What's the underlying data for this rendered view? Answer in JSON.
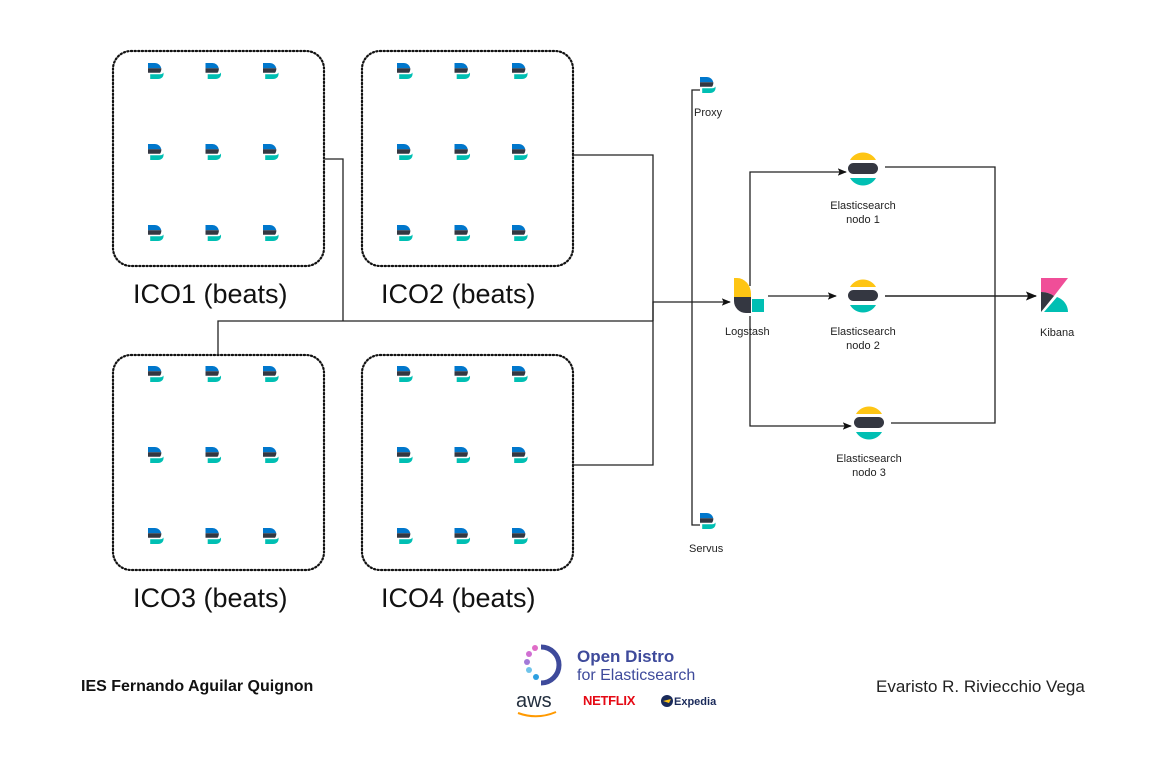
{
  "diagram": {
    "groups": [
      {
        "id": "ico1",
        "title": "ICO1 (beats)",
        "beat_count": 9
      },
      {
        "id": "ico2",
        "title": "ICO2 (beats)",
        "beat_count": 9
      },
      {
        "id": "ico3",
        "title": "ICO3 (beats)",
        "beat_count": 9
      },
      {
        "id": "ico4",
        "title": "ICO4 (beats)",
        "beat_count": 9
      }
    ],
    "nodes": {
      "proxy": {
        "label": "Proxy",
        "icon": "beats-icon"
      },
      "servus": {
        "label": "Servus",
        "icon": "beats-icon"
      },
      "logstash": {
        "label": "Logstash",
        "icon": "logstash-icon"
      },
      "es1": {
        "label_line1": "Elasticsearch",
        "label_line2": "nodo 1",
        "icon": "elasticsearch-icon"
      },
      "es2": {
        "label_line1": "Elasticsearch",
        "label_line2": "nodo 2",
        "icon": "elasticsearch-icon"
      },
      "es3": {
        "label_line1": "Elasticsearch",
        "label_line2": "nodo 3",
        "icon": "elasticsearch-icon"
      },
      "kibana": {
        "label": "Kibana",
        "icon": "kibana-icon"
      }
    },
    "edges": [
      {
        "from": "ico1",
        "to": "logstash"
      },
      {
        "from": "ico2",
        "to": "logstash"
      },
      {
        "from": "ico3",
        "to": "logstash"
      },
      {
        "from": "ico4",
        "to": "logstash"
      },
      {
        "from": "proxy",
        "to": "servus"
      },
      {
        "from": "logstash",
        "to": "es1"
      },
      {
        "from": "logstash",
        "to": "es2"
      },
      {
        "from": "logstash",
        "to": "es3"
      },
      {
        "from": "es1",
        "to": "kibana"
      },
      {
        "from": "es2",
        "to": "kibana"
      },
      {
        "from": "es3",
        "to": "kibana"
      }
    ]
  },
  "footer": {
    "left": "IES Fernando Aguilar Quignon",
    "right": "Evaristo R. Riviecchio Vega",
    "logo": {
      "title": "Open Distro",
      "subtitle": "for Elasticsearch",
      "partners": [
        "aws",
        "NETFLIX",
        "Expedia"
      ]
    }
  },
  "colors": {
    "beats_blue": "#0077cc",
    "beats_dark": "#343741",
    "beats_teal": "#00bfb3",
    "es_yellow": "#fec514",
    "kibana_pink": "#f04e98",
    "opendistro_blue": "#3e4a9b"
  }
}
